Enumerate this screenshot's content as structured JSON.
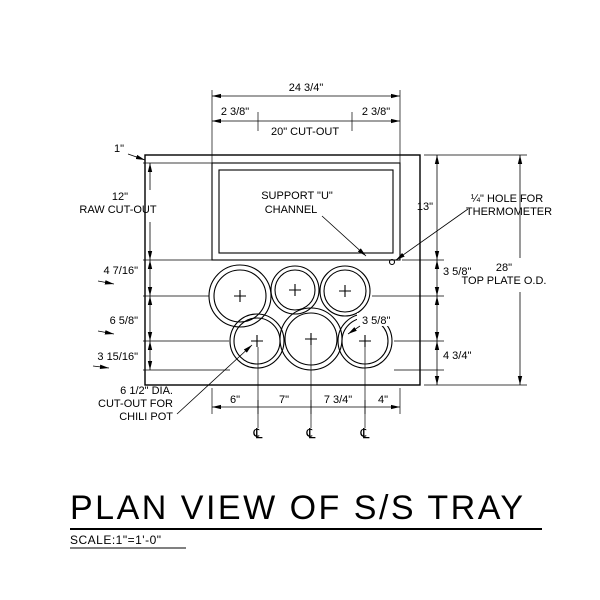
{
  "drawing": {
    "title": "PLAN VIEW OF S/S TRAY",
    "scale": "SCALE:1\"=1'-0\"",
    "labels": {
      "overall_width": "24 3/4\"",
      "inset_left": "2 3/8\"",
      "inset_right": "2 3/8\"",
      "cutout_width": "20\" CUT-OUT",
      "edge_margin": "1\"",
      "raw_cutout_size": "12\"",
      "raw_cutout_name": "RAW CUT-OUT",
      "support_channel_1": "SUPPORT \"U\"",
      "support_channel_2": "CHANNEL",
      "cutout_height": "13\"",
      "thermometer_1": "¼\" HOLE FOR",
      "thermometer_2": "THERMOMETER",
      "row_top_offset": "4 7/16\"",
      "row_spacing": "6 5/8\"",
      "row_bottom_offset": "3 15/16\"",
      "right_top_offset": "3 5/8\"",
      "right_mid_offset": "3 5/8\"",
      "right_bottom_offset": "4 3/4\"",
      "plate_size": "28\"",
      "plate_name": "TOP PLATE O.D.",
      "chili_1": "6 1/2\" DIA.",
      "chili_2": "CUT-OUT FOR",
      "chili_3": "CHILI POT",
      "bottom_1": "6\"",
      "bottom_2": "7\"",
      "bottom_3": "7 3/4\"",
      "bottom_4": "4\"",
      "centerline": "℄"
    }
  }
}
